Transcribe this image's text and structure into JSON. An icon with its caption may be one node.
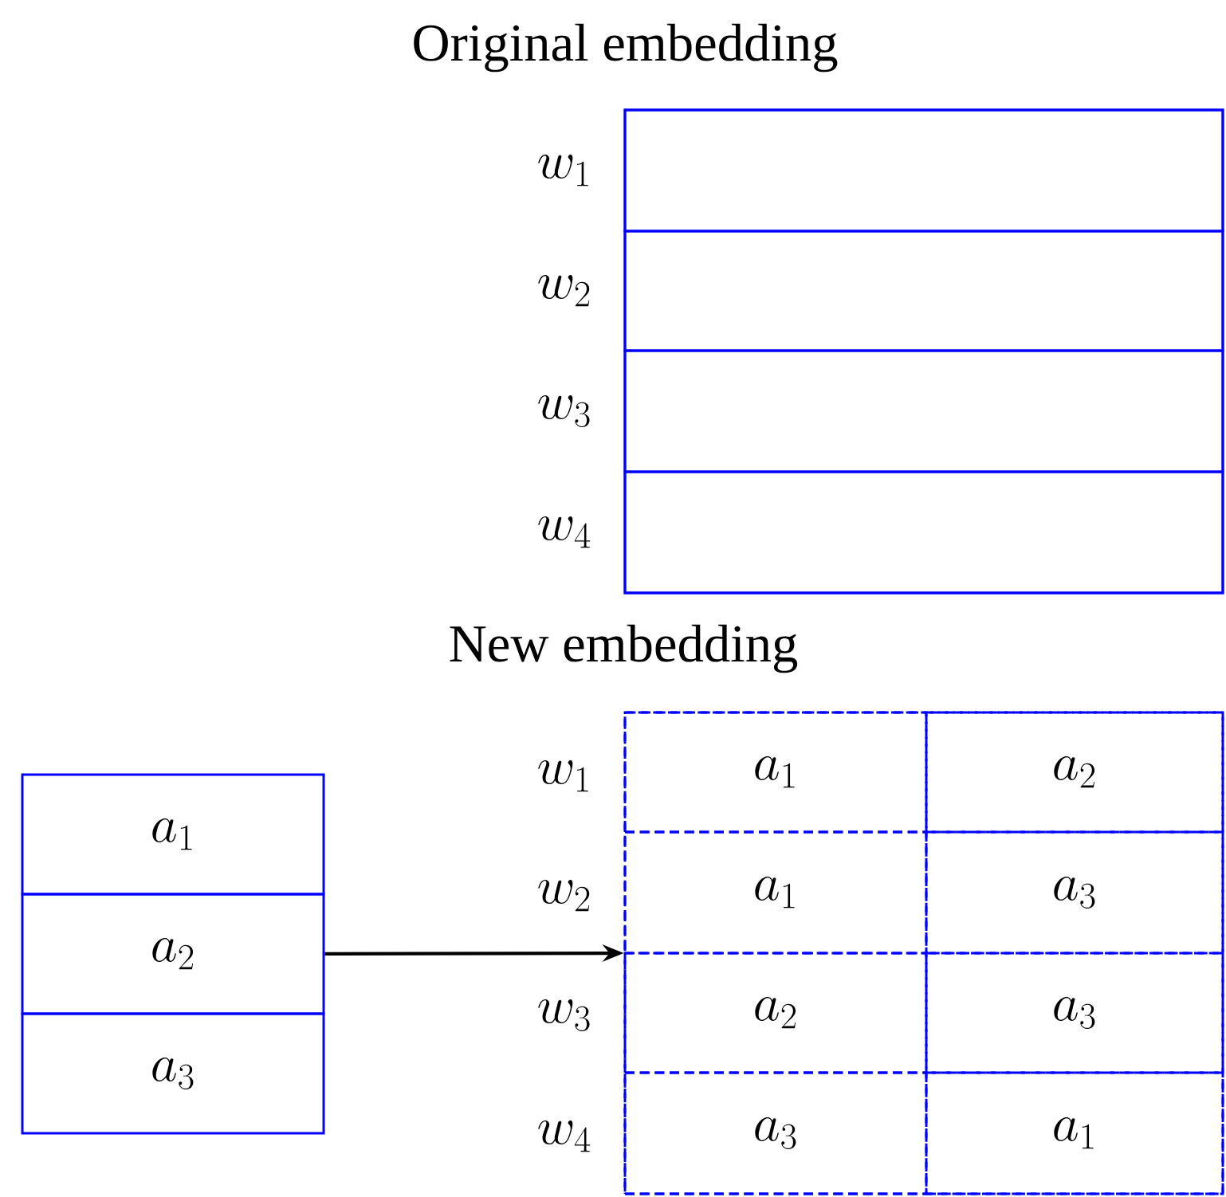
{
  "diagram": {
    "nodes": [
      {
        "text": [
          "Original embedding"
        ]
      },
      {
        "text": [],
        "shape": "box",
        "in": 0,
        "beside": [
          "w_1"
        ]
      },
      {
        "text": [],
        "shape": "box",
        "in": 0,
        "beside": [
          "w_2"
        ]
      },
      {
        "text": [],
        "shape": "box",
        "in": 0,
        "beside": [
          "w_3"
        ]
      },
      {
        "text": [],
        "shape": "box",
        "in": 0,
        "beside": [
          "w_4"
        ]
      },
      {
        "text": [
          "a_1"
        ]
      },
      {
        "text": [
          "a_2"
        ]
      },
      {
        "text": [
          "a_3"
        ]
      },
      {
        "text": [
          "New embedding"
        ]
      },
      {
        "text": [
          "a_1"
        ],
        "in": 8
      },
      {
        "text": [
          "a_2"
        ],
        "in": 8
      },
      {
        "text": [
          "a_1"
        ],
        "in": 8
      },
      {
        "text": [
          "a_3"
        ],
        "in": 8
      },
      {
        "text": [
          "a_2"
        ],
        "in": 8
      },
      {
        "text": [
          "a_3"
        ],
        "in": 8
      },
      {
        "text": [
          "a_3"
        ],
        "in": 8
      },
      {
        "text": [
          "a_1"
        ],
        "in": 8
      }
    ],
    "edges": [
      {
        "from": 6,
        "to": 8,
        "arrow": "to"
      }
    ],
    "labels": [
      "w_1",
      "w_2",
      "w_3",
      "w_4"
    ]
  }
}
